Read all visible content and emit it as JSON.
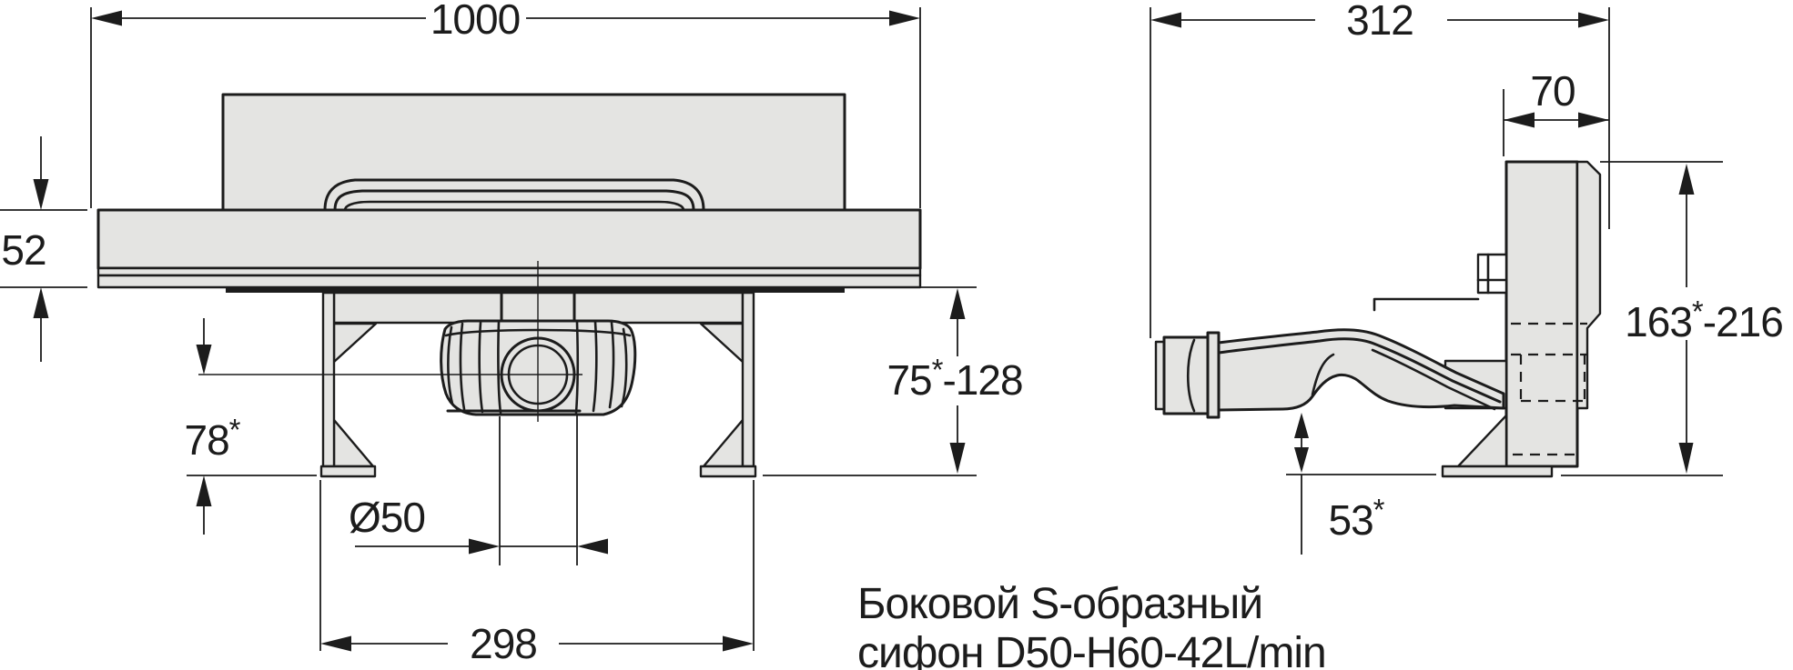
{
  "front_view": {
    "label": "front view of shower drain channel",
    "dims": {
      "width": {
        "value": "1000"
      },
      "height": {
        "value": "52"
      },
      "trap_center_depth": {
        "value": "78",
        "sup": "*"
      },
      "outlet_diameter": {
        "value": "Ø50"
      },
      "feet_span": {
        "value": "298"
      },
      "mounting_height": {
        "value": "75",
        "sup": "*",
        "range": "-128"
      }
    }
  },
  "side_view": {
    "label": "side view with S-trap",
    "dims": {
      "depth": {
        "value": "312"
      },
      "flange_depth": {
        "value": "70"
      },
      "total_height": {
        "value": "163",
        "sup": "*",
        "range": "-216"
      },
      "trap_clearance": {
        "value": "53",
        "sup": "*"
      }
    }
  },
  "caption": {
    "line1": "Боковой S-образный",
    "line2": "сифон D50-H60-42L/min"
  },
  "colors": {
    "part_fill": "#e4e4e2",
    "line": "#1c1c1c",
    "background": "#ffffff"
  }
}
